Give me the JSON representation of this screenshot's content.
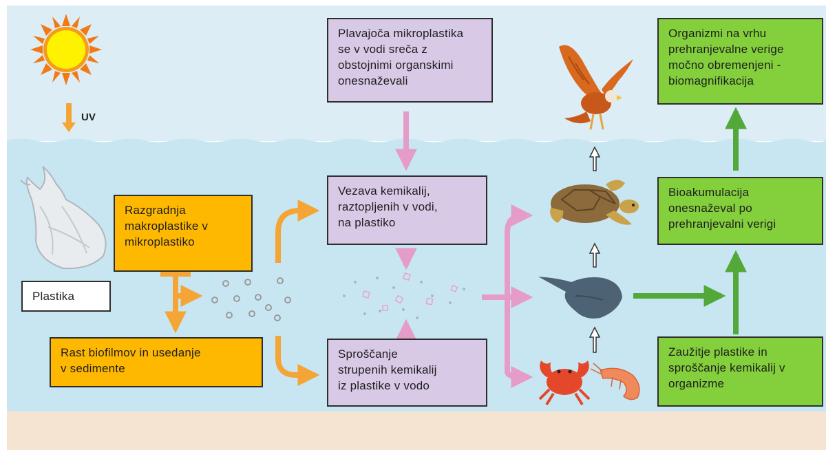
{
  "uv_label": "UV",
  "boxes": {
    "plastika": "Plastika",
    "degradation": [
      "Razgradnja",
      "makroplastike v",
      "mikroplastiko"
    ],
    "biofilm": [
      "Rast biofilmov in usedanje",
      "v sedimente"
    ],
    "floating": [
      "Plavajoča mikroplastika",
      "se v vodi sreča z",
      "obstojnimi organskimi",
      "onesnaževali"
    ],
    "binding": [
      "Vezava kemikalij,",
      "raztopljenih v vodi,",
      "na plastiko"
    ],
    "release": [
      "Sproščanje",
      "strupenih kemikalij",
      "iz plastike v vodo"
    ],
    "top": [
      "Organizmi na vrhu",
      "prehranjevalne verige",
      "močno obremenjeni -",
      "biomagnifikacija"
    ],
    "bioaccumulation": [
      "Bioakumulacija",
      "onesnaževal po",
      "prehranjevalni verigi"
    ],
    "ingestion": [
      "Zaužitje plastike in",
      "sproščanje kemikalij v",
      "organizme"
    ]
  },
  "colors": {
    "sky": "#dcedf6",
    "water": "#c8e6f2",
    "sand": "#f6e4d2",
    "box_purple": "#d8c9e6",
    "box_orange": "#ffb800",
    "box_green": "#84cf3c",
    "arrow_orange": "#f4a535",
    "arrow_pink": "#e59cc8",
    "arrow_green": "#53a83a"
  },
  "icons": [
    "sun-icon",
    "plastic-bag-icon",
    "eagle-icon",
    "turtle-icon",
    "stingray-icon",
    "crab-icon",
    "shrimp-icon",
    "microplastic-particles",
    "chemical-particles"
  ]
}
